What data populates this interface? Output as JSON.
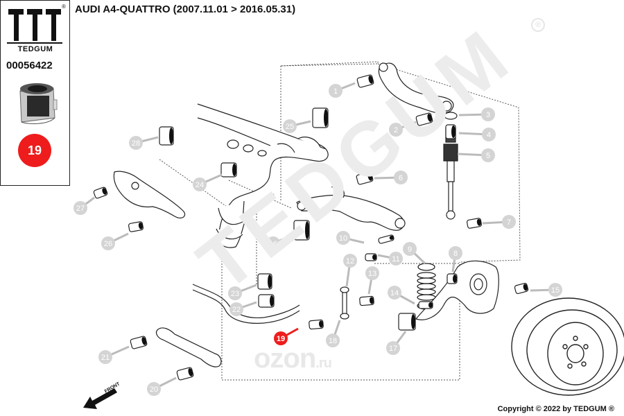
{
  "brand": {
    "name": "TEDGUM",
    "registered_symbol": "®",
    "part_number": "00056422",
    "highlight_number": "19",
    "highlight_color": "#ee1c1c"
  },
  "header": {
    "title": "AUDI A4-QUATTRO (2007.11.01 > 2016.05.31)"
  },
  "footer": {
    "copyright": "Copyright © 2022 by TEDGUM ®"
  },
  "watermarks": {
    "brand": "TEDGUM",
    "brand_symbol": "®",
    "site": "ozon",
    "site_suffix": ".ru"
  },
  "direction_label": "FRONT",
  "callouts": [
    "1",
    "2",
    "3",
    "4",
    "5",
    "6",
    "7",
    "8",
    "9",
    "10",
    "11",
    "12",
    "13",
    "14",
    "15",
    "16",
    "17",
    "18",
    "19",
    "20",
    "21",
    "22",
    "23",
    "24",
    "25",
    "26",
    "27",
    "28"
  ],
  "colors": {
    "callout_fill": "#d4d4d4",
    "highlight": "#ee1c1c",
    "line": "#222222"
  },
  "icons": [
    "tedgum-logo-icon",
    "bushing-photo-icon",
    "front-arrow-icon"
  ]
}
